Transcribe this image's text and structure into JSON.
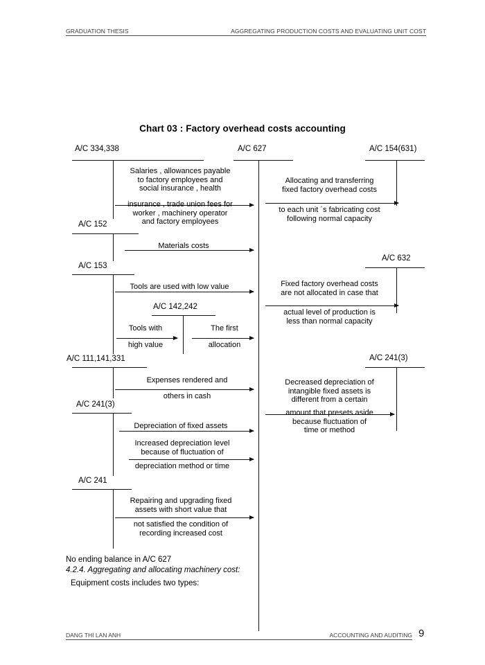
{
  "header": {
    "left": "GRADUATION THESIS",
    "right": "AGGREGATING PRODUCTION COSTS AND EVALUATING UNIT COST"
  },
  "footer": {
    "left": "DANG THI LAN ANH",
    "right": "ACCOUNTING AND AUDITING",
    "page_number": "9"
  },
  "chart_data": {
    "type": "diagram",
    "title": "Chart 03 : Factory overhead costs accounting",
    "accounts": [
      {
        "id": "ac-334-338",
        "label": "A/C 334,338",
        "column": "left"
      },
      {
        "id": "ac-152",
        "label": "A/C 152",
        "column": "left"
      },
      {
        "id": "ac-153",
        "label": "A/C 153",
        "column": "left"
      },
      {
        "id": "ac-142-242",
        "label": "A/C 142,242",
        "column": "left"
      },
      {
        "id": "ac-111-141-331",
        "label": "A/C 111,141,331",
        "column": "left"
      },
      {
        "id": "ac-241-3-left",
        "label": "A/C 241(3)",
        "column": "left"
      },
      {
        "id": "ac-241",
        "label": "A/C 241",
        "column": "left"
      },
      {
        "id": "ac-627",
        "label": "A/C 627",
        "column": "center"
      },
      {
        "id": "ac-154-631",
        "label": "A/C 154(631)",
        "column": "right"
      },
      {
        "id": "ac-632",
        "label": "A/C 632",
        "column": "right"
      },
      {
        "id": "ac-241-3-right",
        "label": "A/C 241(3)",
        "column": "right"
      }
    ],
    "flows": [
      {
        "id": "flow-salaries",
        "from": "A/C 334,338",
        "to": "A/C 627",
        "above": "Salaries , allowances payable\nto factory employees and\nsocial insurance , health",
        "below": "insurance , trade union fees for\nworker , machinery operator\nand factory employees"
      },
      {
        "id": "flow-materials",
        "from": "A/C 152",
        "to": "A/C 627",
        "above": "Materials costs",
        "below": ""
      },
      {
        "id": "flow-tools-low-value",
        "from": "A/C 153",
        "to": "A/C 627",
        "above": "Tools are used with low value",
        "below": ""
      },
      {
        "id": "flow-tools-high-value",
        "from": "A/C 153",
        "to": "A/C 142,242",
        "above": "Tools with",
        "below": "high value"
      },
      {
        "id": "flow-first-allocation",
        "from": "A/C 142,242",
        "to": "A/C 627",
        "above": "The first",
        "below": "allocation"
      },
      {
        "id": "flow-expenses-cash",
        "from": "A/C 111,141,331",
        "to": "A/C 627",
        "above": "Expenses rendered and",
        "below": "others in cash"
      },
      {
        "id": "flow-depreciation",
        "from": "A/C 241(3)",
        "to": "A/C 627",
        "above": "Depreciation of fixed assets",
        "below": ""
      },
      {
        "id": "flow-increased-depreciation",
        "from": "A/C 241(3)",
        "to": "A/C 627",
        "above": "Increased depreciation level\nbecause of fluctuation of",
        "below": "depreciation method or time"
      },
      {
        "id": "flow-repairing",
        "from": "A/C 241",
        "to": "A/C 627",
        "above": "Repairing and upgrading fixed\nassets with short value that",
        "below": "not satisfied the condition of\nrecording increased cost"
      },
      {
        "id": "flow-allocating-transferring",
        "from": "A/C 627",
        "to": "A/C 154(631)",
        "above": "Allocating and transferring\nfixed factory overhead costs",
        "below": "to each unit ´s fabricating cost\nfollowing normal capacity"
      },
      {
        "id": "flow-not-allocated",
        "from": "A/C 627",
        "to": "A/C 632",
        "above": "Fixed factory overhead costs\nare not allocated in case that",
        "below": "actual level of production is\nless than normal capacity"
      },
      {
        "id": "flow-decreased-depreciation",
        "from": "A/C 627",
        "to": "A/C 241(3)",
        "above": "Decreased depreciation of\nintangible fixed assets is\ndifferent from a certain",
        "below": "amount that presets aside\nbecause fluctuation of\ntime or method"
      }
    ]
  },
  "notes": {
    "no_ending_balance": "No ending balance in A/C 627",
    "section_heading": "4.2.4. Aggregating and allocating machinery cost:",
    "equipment_line": "Equipment costs includes two types:"
  }
}
